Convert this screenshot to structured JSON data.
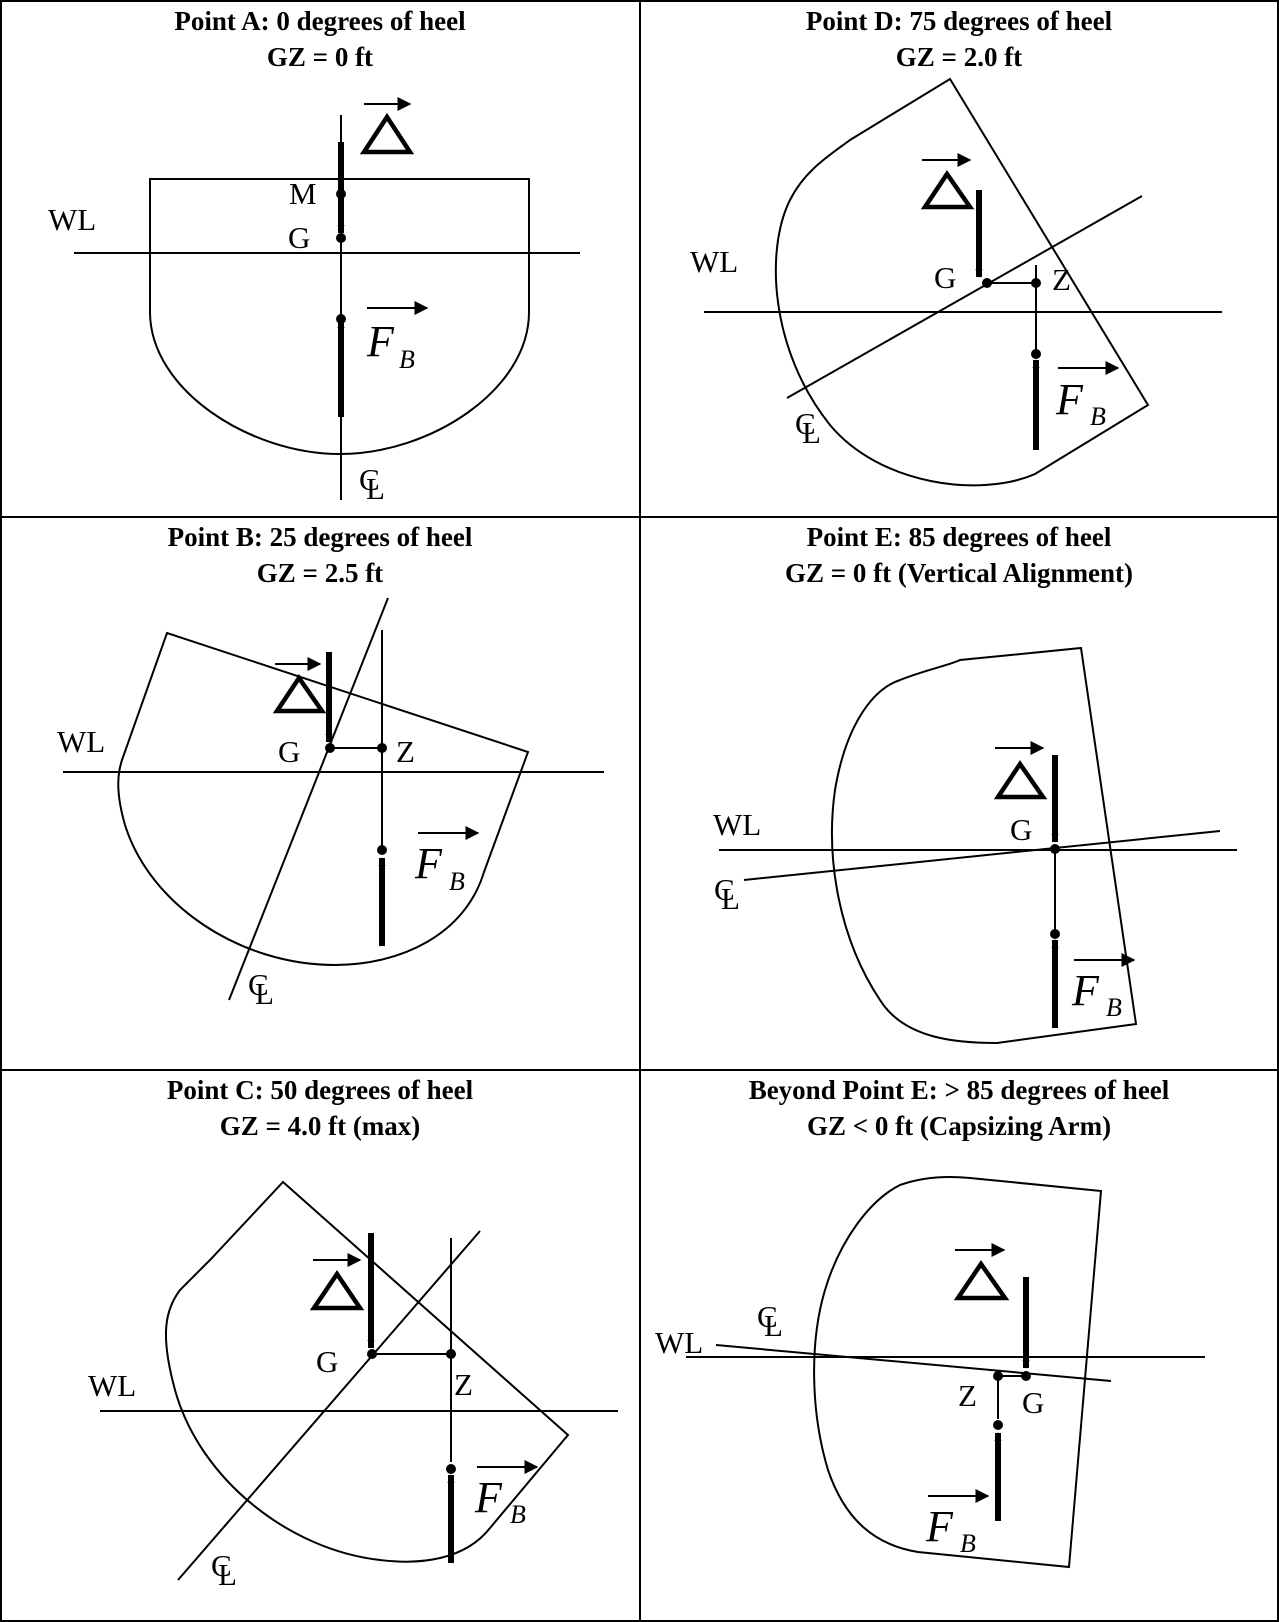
{
  "panels": {
    "a": {
      "title_line1": "Point A: 0 degrees of heel",
      "title_line2": "GZ = 0 ft"
    },
    "d": {
      "title_line1": "Point D: 75 degrees of heel",
      "title_line2": "GZ = 2.0 ft"
    },
    "b": {
      "title_line1": "Point B: 25 degrees of heel",
      "title_line2": "GZ = 2.5 ft"
    },
    "e": {
      "title_line1": "Point E: 85 degrees of heel",
      "title_line2": "GZ = 0 ft (Vertical Alignment)"
    },
    "c": {
      "title_line1": "Point C: 50 degrees of heel",
      "title_line2": "GZ = 4.0 ft (max)"
    },
    "f": {
      "title_line1": "Beyond Point E: > 85 degrees of heel",
      "title_line2": "GZ < 0 ft (Capsizing Arm)"
    }
  },
  "labels": {
    "waterline": "WL",
    "centerline": "CL",
    "metacenter": "M",
    "center_of_gravity": "G",
    "z_point": "Z",
    "buoyant_force": "F",
    "buoyant_subscript": "B"
  }
}
